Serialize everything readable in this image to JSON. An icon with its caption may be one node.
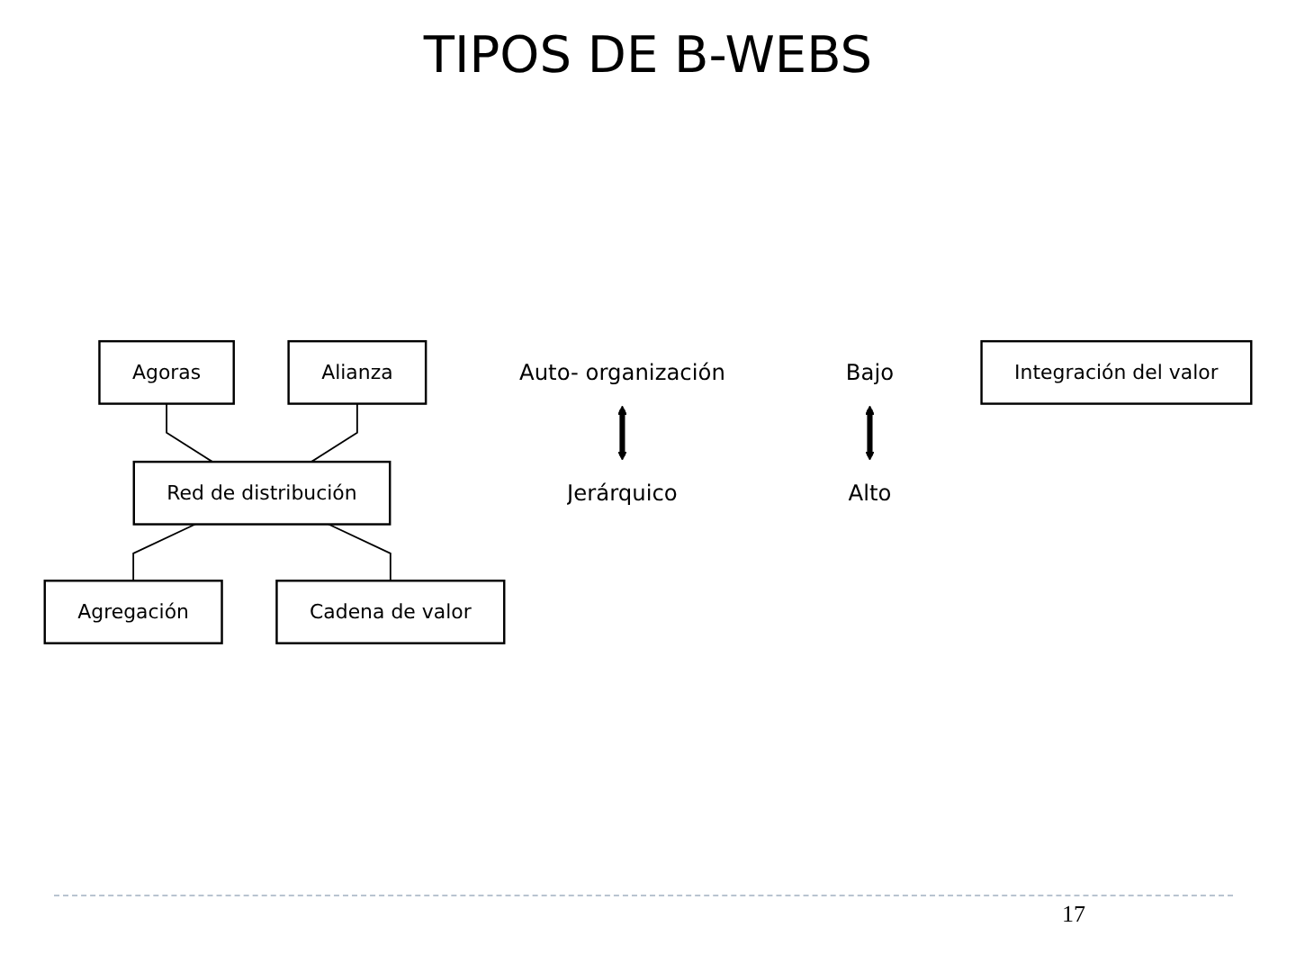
{
  "diagram": {
    "title": "TIPOS DE B-WEBS",
    "nodes": [
      {
        "text": [
          "Auto- organización"
        ]
      },
      {
        "text": [
          "Agoras"
        ]
      },
      {
        "text": [
          "Alianza"
        ]
      },
      {
        "text": [
          "Red de distribución"
        ]
      },
      {
        "text": [
          "Agregación"
        ]
      },
      {
        "text": [
          "Cadena de valor"
        ]
      },
      {
        "text": [
          "Jerárquico"
        ]
      },
      {
        "text": [
          "Bajo"
        ]
      },
      {
        "text": [
          "Alto"
        ]
      },
      {
        "text": [
          "Integración del valor"
        ]
      }
    ],
    "edges": [
      {
        "from": 1,
        "to": 3,
        "arrow": "none"
      },
      {
        "from": 2,
        "to": 3,
        "arrow": "none"
      },
      {
        "from": 3,
        "to": 4,
        "arrow": "none"
      },
      {
        "from": 3,
        "to": 5,
        "arrow": "none"
      },
      {
        "from": 0,
        "to": 6,
        "arrow": "both",
        "style": "thick"
      },
      {
        "from": 7,
        "to": 8,
        "arrow": "both",
        "style": "thick"
      }
    ],
    "labels": [
      "17"
    ]
  }
}
